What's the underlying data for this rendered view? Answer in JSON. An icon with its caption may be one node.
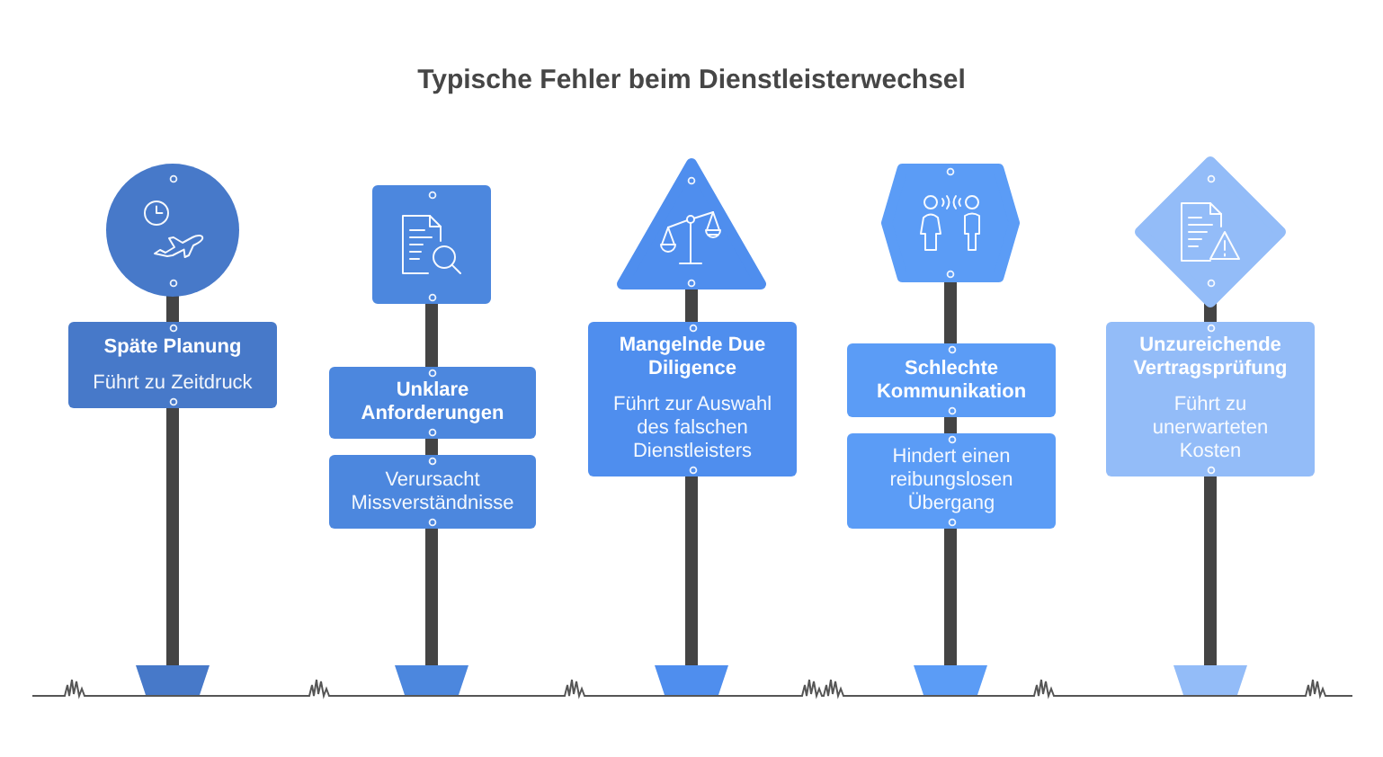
{
  "diagram": {
    "title": "Typische Fehler beim Dienstleisterwechsel",
    "nodes": [
      {
        "text": [],
        "shape": "circle"
      },
      {
        "text": [
          "Späte Planung",
          "Führt zu Zeitdruck"
        ]
      },
      {
        "text": [],
        "shape": "box"
      },
      {
        "text": [
          "Unklare Anforderungen"
        ]
      },
      {
        "text": [
          "Verursacht Missverständnisse"
        ]
      },
      {
        "text": [],
        "shape": "triangle"
      },
      {
        "text": [
          "Mangelnde Due Diligence",
          "Führt zur Auswahl des falschen Dienstleisters"
        ]
      },
      {
        "text": [],
        "shape": "hexagon"
      },
      {
        "text": [
          "Schlechte Kommunikation"
        ]
      },
      {
        "text": [
          "Hindert einen reibungslosen Übergang"
        ]
      },
      {
        "text": [],
        "shape": "diamond"
      },
      {
        "text": [
          "Unzureichende Vertragsprüfung",
          "Führt zu unerwarteten Kosten"
        ]
      }
    ]
  }
}
